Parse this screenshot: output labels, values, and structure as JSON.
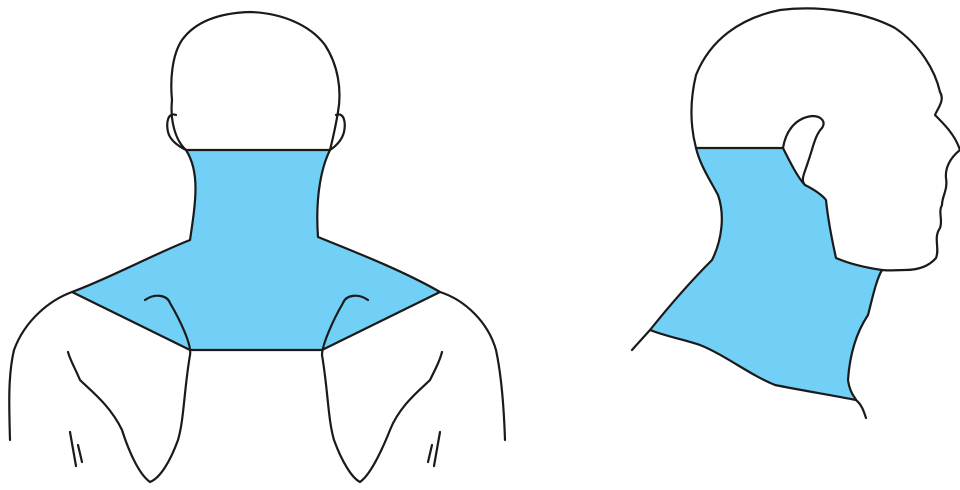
{
  "figures": [
    {
      "view": "back",
      "highlighted_region": "neck-and-upper-shoulders"
    },
    {
      "view": "side",
      "highlighted_region": "neck"
    }
  ],
  "colors": {
    "highlight": "#72cff5",
    "outline": "#1a1a1a",
    "background": "#ffffff"
  }
}
